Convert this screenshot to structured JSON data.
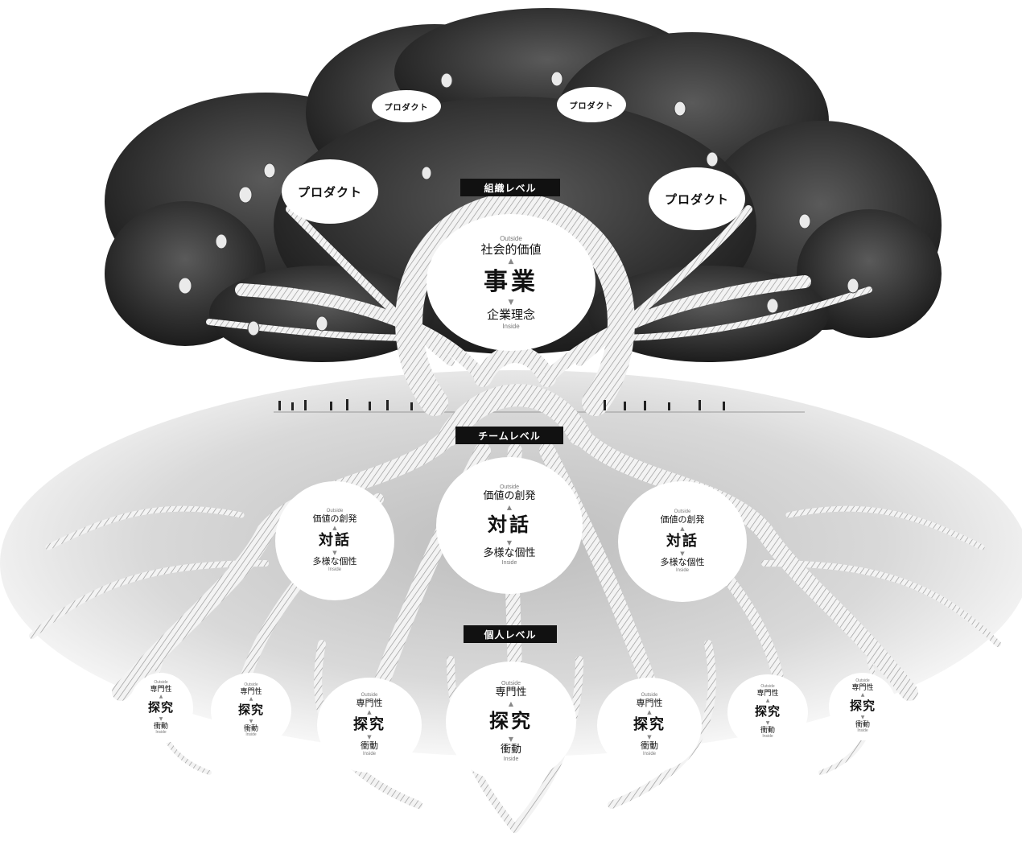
{
  "canopy": {
    "products": [
      "プロダクト",
      "プロダクト",
      "プロダクト",
      "プロダクト"
    ]
  },
  "levels": {
    "organization": "組織レベル",
    "team": "チームレベル",
    "individual": "個人レベル"
  },
  "organization_node": {
    "outside": "Outside",
    "outer": "社会的価値",
    "main": "事業",
    "inner": "企業理念",
    "inside": "Inside"
  },
  "team_nodes": [
    {
      "outside": "Outside",
      "outer": "価値の創発",
      "main": "対話",
      "inner": "多様な個性",
      "inside": "Inside"
    },
    {
      "outside": "Outside",
      "outer": "価値の創発",
      "main": "対話",
      "inner": "多様な個性",
      "inside": "Inside"
    },
    {
      "outside": "Outside",
      "outer": "価値の創発",
      "main": "対話",
      "inner": "多様な個性",
      "inside": "Inside"
    }
  ],
  "individual_nodes": [
    {
      "outside": "Outside",
      "outer": "専門性",
      "main": "探究",
      "inner": "衝動",
      "inside": "Inside"
    },
    {
      "outside": "Outside",
      "outer": "専門性",
      "main": "探究",
      "inner": "衝動",
      "inside": "Inside"
    },
    {
      "outside": "Outside",
      "outer": "専門性",
      "main": "探究",
      "inner": "衝動",
      "inside": "Inside"
    },
    {
      "outside": "Outside",
      "outer": "専門性",
      "main": "探究",
      "inner": "衝動",
      "inside": "Inside"
    },
    {
      "outside": "Outside",
      "outer": "専門性",
      "main": "探究",
      "inner": "衝動",
      "inside": "Inside"
    },
    {
      "outside": "Outside",
      "outer": "専門性",
      "main": "探究",
      "inner": "衝動",
      "inside": "Inside"
    },
    {
      "outside": "Outside",
      "outer": "専門性",
      "main": "探究",
      "inner": "衝動",
      "inside": "Inside"
    }
  ],
  "arrows": {
    "up": "▲",
    "down": "▼"
  },
  "colors": {
    "canopy_dark": "#2a2a2a",
    "canopy_mid": "#555555",
    "ground": "#cfcfcf",
    "root": "#8a8a8a",
    "label_bg": "#111111"
  }
}
